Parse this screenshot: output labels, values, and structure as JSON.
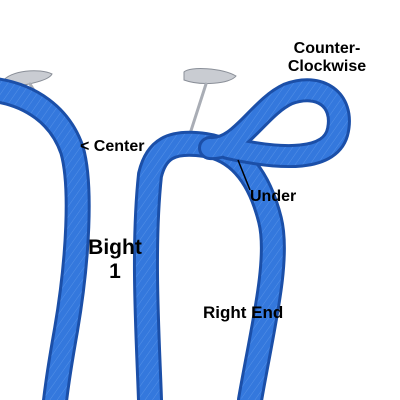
{
  "labels": {
    "center": "< Center",
    "counter_clockwise_line1": "Counter-",
    "counter_clockwise_line2": "Clockwise",
    "under": "Under",
    "bight_line1": "Bight",
    "bight_line2": "1",
    "right_end": "Right End"
  },
  "colors": {
    "cord": "#2f6fd6",
    "cord_dark": "#1b4fa8",
    "cord_light": "#7fb0f0",
    "pin": "#b8bcc4",
    "background": "#ffffff"
  }
}
